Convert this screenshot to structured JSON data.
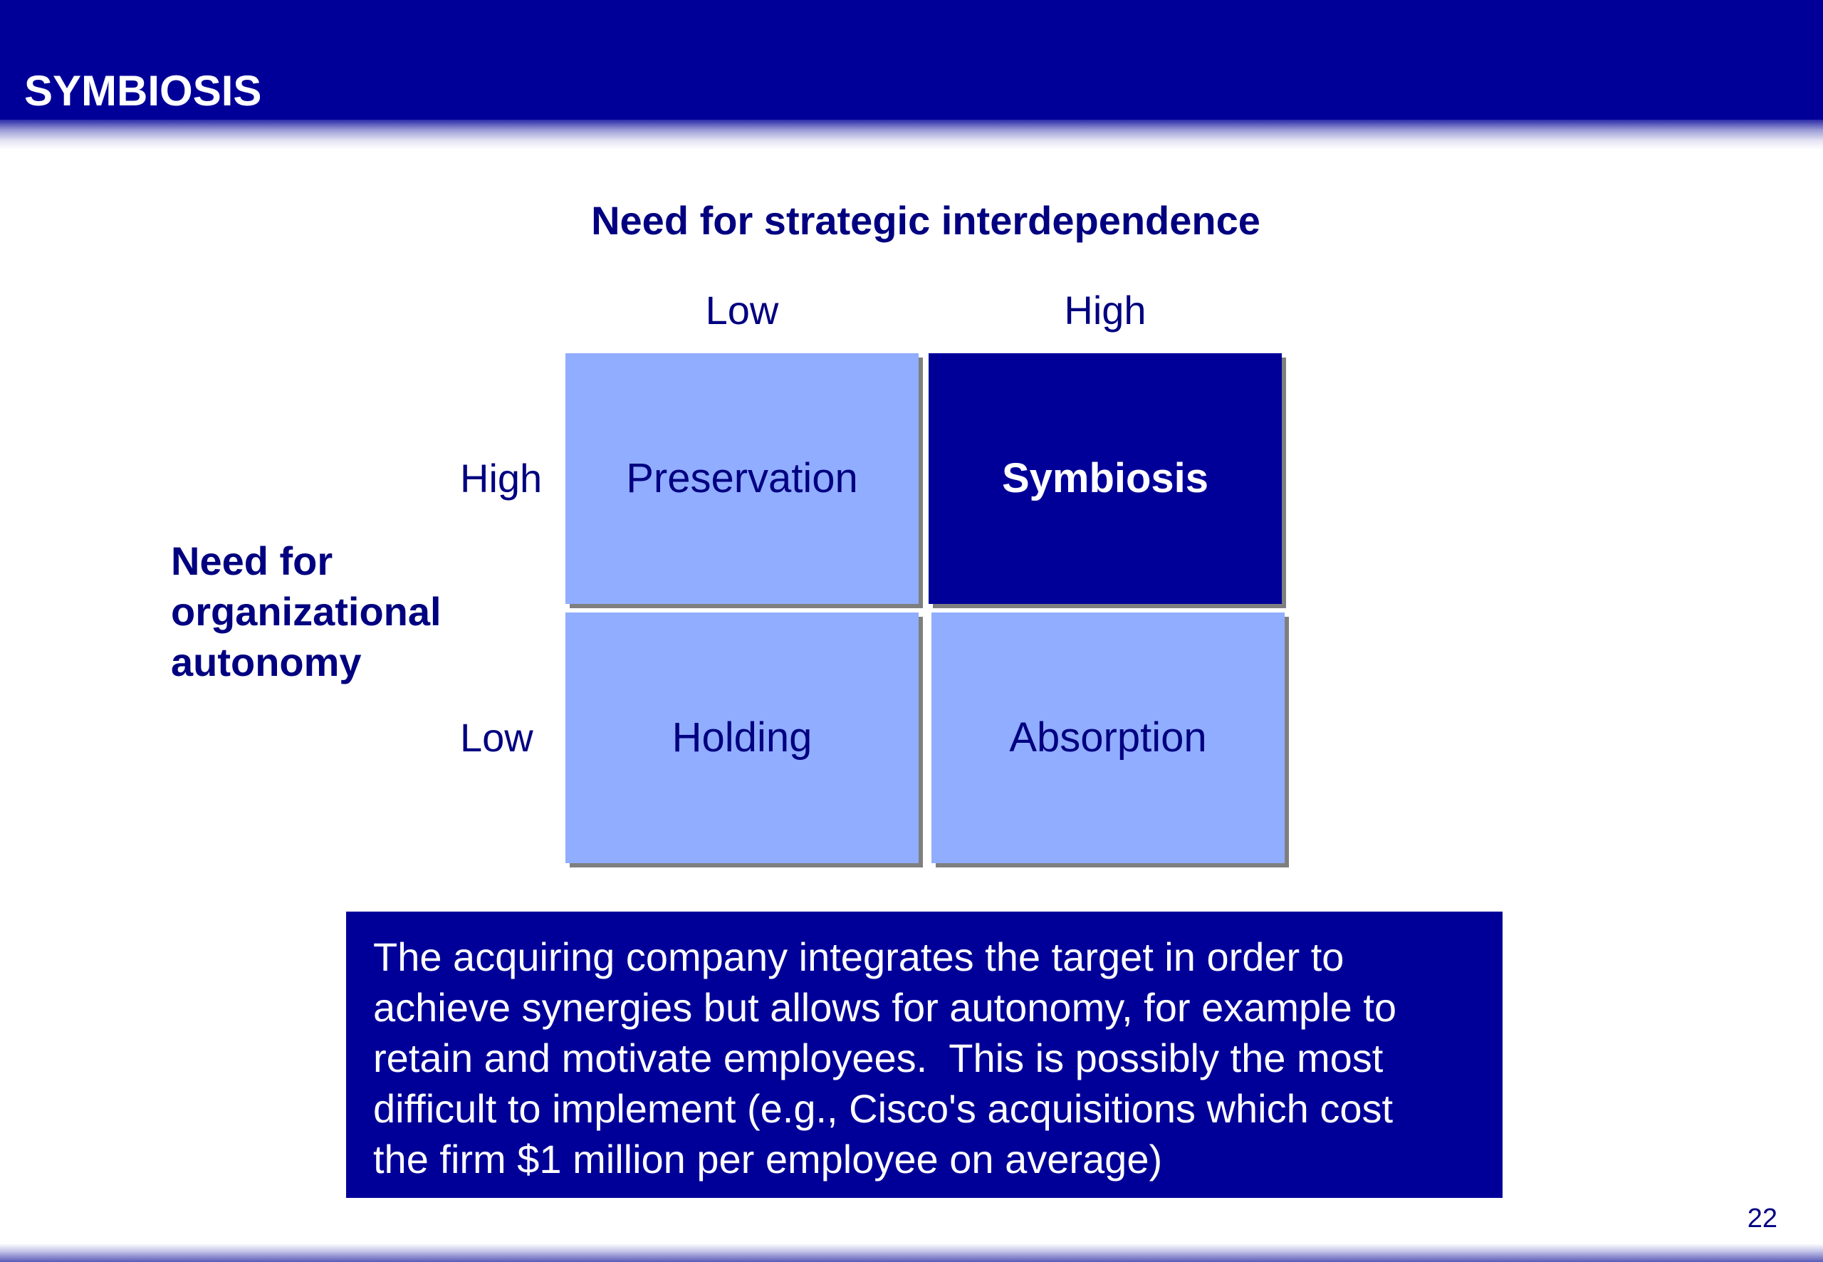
{
  "header": {
    "title": "SYMBIOSIS",
    "color": "#000099"
  },
  "matrix": {
    "x_axis_title": "Need for strategic interdependence",
    "x_labels": [
      "Low",
      "High"
    ],
    "y_axis_title_lines": [
      "Need for",
      "organizational",
      "autonomy"
    ],
    "y_labels": [
      "High",
      "Low"
    ],
    "cells": [
      {
        "label": "Preservation",
        "highlighted": false
      },
      {
        "label": "Symbiosis",
        "highlighted": true
      },
      {
        "label": "Holding",
        "highlighted": false
      },
      {
        "label": "Absorption",
        "highlighted": false
      }
    ],
    "cell_color": "#91adff",
    "highlight_color": "#000099"
  },
  "description": {
    "lines": [
      "The acquiring company integrates the target in order to",
      "achieve synergies but allows for autonomy, for example to",
      "retain and motivate employees.  This is possibly the most",
      "difficult to implement (e.g., Cisco's acquisitions which cost",
      "the firm $1 million per employee on average)"
    ]
  },
  "footer": {
    "page_number": "22"
  }
}
